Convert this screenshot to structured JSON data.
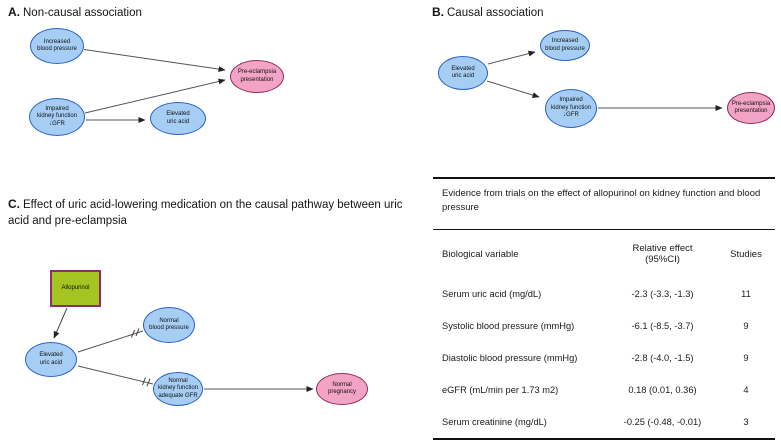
{
  "panels": {
    "a": {
      "label": "A.",
      "title": "Non-causal association",
      "nodes": {
        "increased_bp": "Increased\nblood pressure",
        "impaired_kidney": "Impaired\nkidney function\n↓GFR",
        "elevated_uric": "Elevated\nuric acid",
        "pre_eclampsia": "Pre-eclampsia\npresentation"
      }
    },
    "b": {
      "label": "B.",
      "title": "Causal association",
      "nodes": {
        "elevated_uric": "Elevated\nuric acid",
        "increased_bp": "Increased\nblood pressure",
        "impaired_kidney": "Impaired\nkidney function\n↓GFR",
        "pre_eclampsia": "Pre-eclampsia\npresentation"
      }
    },
    "c": {
      "label": "C.",
      "title": "Effect of uric acid-lowering medication on the causal pathway between uric acid and pre-eclampsia",
      "nodes": {
        "allopurinol": "Allopurinol",
        "elevated_uric": "Elevated\nuric acid",
        "normal_bp": "Normal\nblood pressure",
        "normal_kidney": "Normal\nkidney function\nadequate GFR",
        "normal_pregnancy": "Normal pregnancy"
      }
    }
  },
  "table": {
    "title": "Evidence from trials on the effect of allopurinol on kidney function and blood pressure",
    "columns": [
      "Biological variable",
      "Relative effect\n(95%CI)",
      "Studies"
    ],
    "rows": [
      {
        "variable": "Serum uric acid (mg/dL)",
        "effect": "-2.3 (-3.3, -1.3)",
        "studies": "11"
      },
      {
        "variable": "Systolic blood pressure (mmHg)",
        "effect": "-6.1 (-8.5, -3.7)",
        "studies": "9"
      },
      {
        "variable": "Diastolic blood pressure (mmHg)",
        "effect": "-2.8 (-4.0, -1.5)",
        "studies": "9"
      },
      {
        "variable": "eGFR (mL/min per 1.73 m2)",
        "effect": "0.18 (0.01, 0.36)",
        "studies": "4"
      },
      {
        "variable": "Serum creatinine (mg/dL)",
        "effect": "-0.25 (-0.48, -0.01)",
        "studies": "3"
      }
    ]
  },
  "colors": {
    "node_blue_fill": "#A6CEF5",
    "node_blue_border": "#2B5FC7",
    "node_pink_fill": "#F2A3C6",
    "node_pink_border": "#8F2D5F",
    "box_green_fill": "#A3C521",
    "box_green_border": "#8E2C6E",
    "arrow": "#444444"
  }
}
